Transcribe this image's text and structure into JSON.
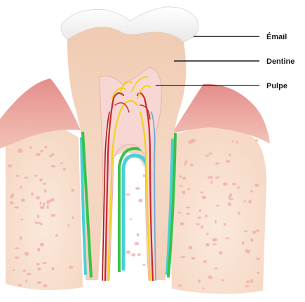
{
  "labels": {
    "enamel": "Émail",
    "dentin": "Dentine",
    "pulp": "Pulpe"
  },
  "colors": {
    "enamel": "#f4f4f4",
    "dentin": "#f3d3bd",
    "pulp": "#f7d7d3",
    "gum": "#e9a4a0",
    "bone": "#f7e0cf",
    "bone_spots": "#f1a9a5",
    "cementum_green": "#39c14a",
    "ligament_cyan": "#47d0d6",
    "artery": "#c8282a",
    "nerve": "#f0d21d",
    "vein_blue": "#6aa8d8",
    "leader_line": "#1a1a1a"
  }
}
